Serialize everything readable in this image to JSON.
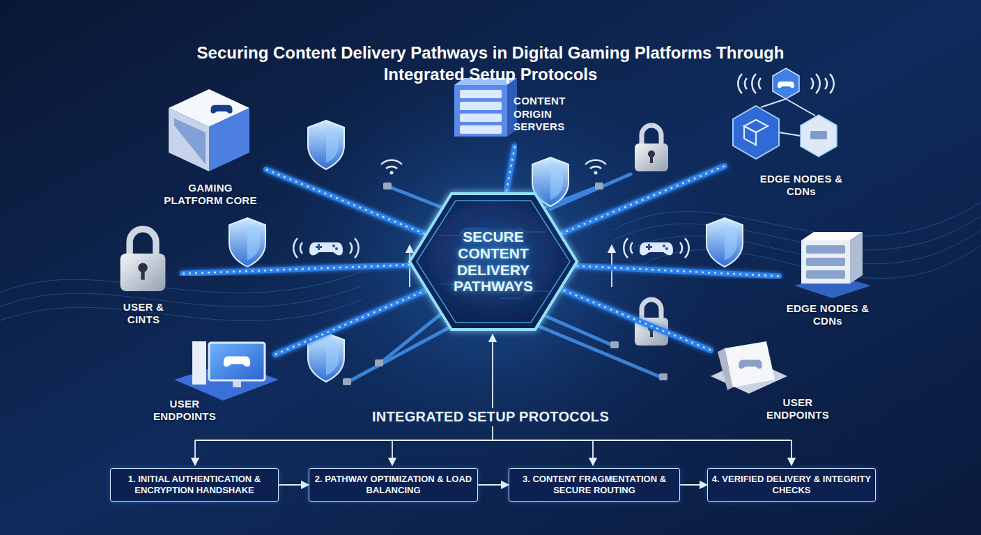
{
  "diagram": {
    "title": "Securing Content Delivery Pathways in Digital Gaming Platforms Through Integrated Setup Protocols",
    "nodes": [
      {
        "text": [
          "GAMING PLATFORM CORE"
        ]
      },
      {
        "text": [
          "CONTENT ORIGIN SERVERS"
        ]
      },
      {
        "text": [
          "EDGE NODES & CDNs"
        ]
      },
      {
        "text": [
          "USER & CINTS"
        ]
      },
      {
        "text": [
          "SECURE CONTENT DELIVERY PATHWAYS"
        ]
      },
      {
        "text": [
          "EDGE NODES & CDNs"
        ]
      },
      {
        "text": [
          "USER ENDPOINTS"
        ]
      },
      {
        "text": [
          "USER ENDPOINTS"
        ]
      },
      {
        "text": [
          "1. INITIAL AUTHENTICATION & ENCRYPTION HANDSHAKE"
        ]
      },
      {
        "text": [
          "2. PATHWAY OPTIMIZATION & LOAD BALANCING"
        ]
      },
      {
        "text": [
          "3. CONTENT FRAGMENTATION & SECURE ROUTING"
        ]
      },
      {
        "text": [
          "4. VERIFIED DELIVERY & INTEGRITY CHECKS"
        ]
      }
    ],
    "edges": [
      {
        "from": 0,
        "to": 4,
        "arrow": "none"
      },
      {
        "from": 1,
        "to": 4,
        "arrow": "none"
      },
      {
        "from": 2,
        "to": 4,
        "arrow": "none"
      },
      {
        "from": 3,
        "to": 4,
        "arrow": "none"
      },
      {
        "from": 5,
        "to": 4,
        "arrow": "none"
      },
      {
        "from": 6,
        "to": 4,
        "arrow": "none"
      },
      {
        "from": 7,
        "to": 4,
        "arrow": "none"
      },
      {
        "from": 8,
        "to": 9,
        "arrow": "to"
      },
      {
        "from": 9,
        "to": 10,
        "arrow": "to"
      },
      {
        "from": 10,
        "to": 11,
        "arrow": "to"
      }
    ],
    "labels": [
      "INTEGRATED SETUP PROTOCOLS"
    ]
  }
}
